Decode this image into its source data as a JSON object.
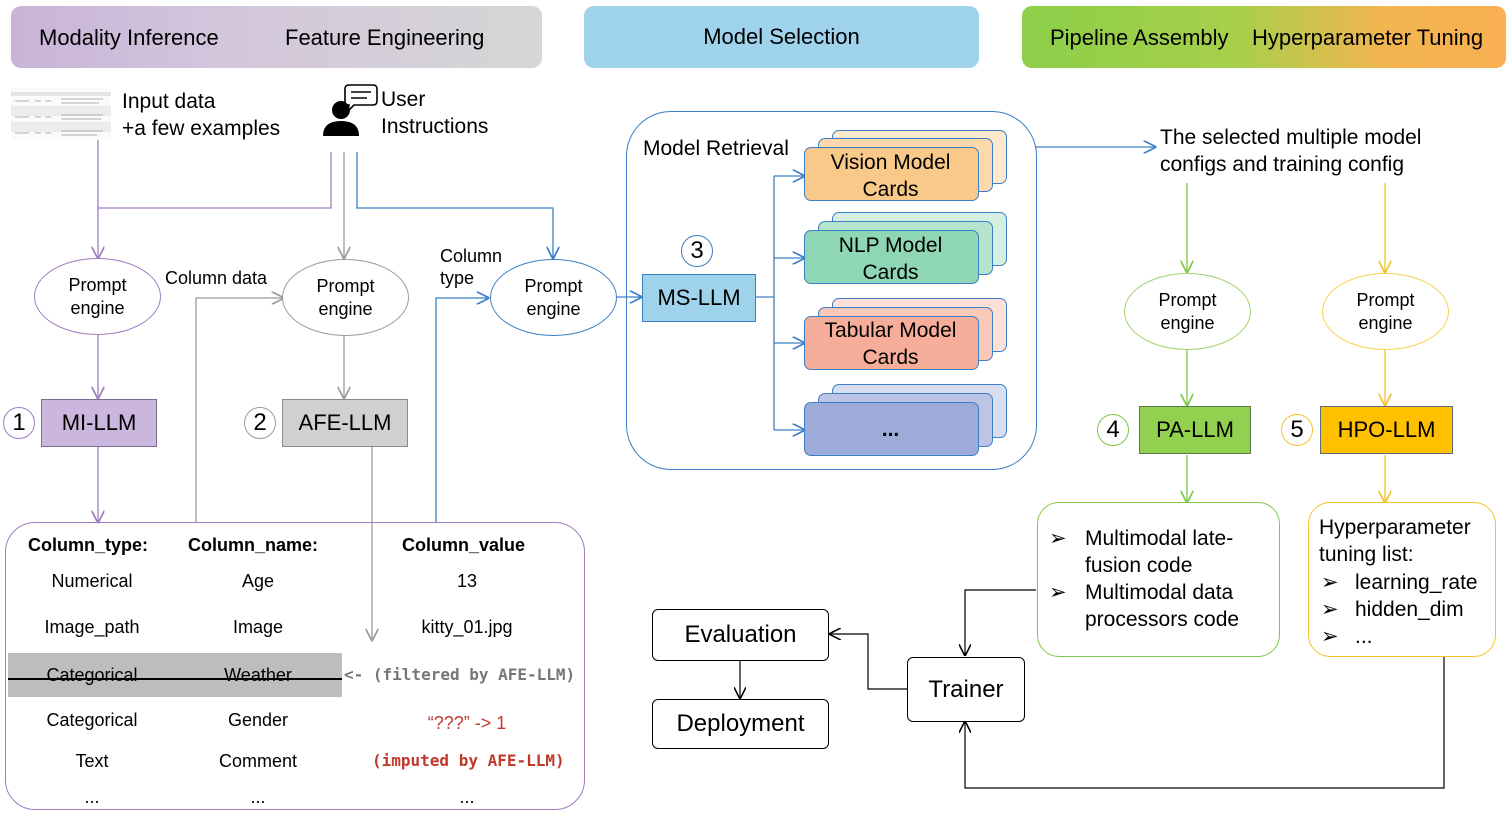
{
  "banners": {
    "modality": "Modality Inference",
    "feature": "Feature Engineering",
    "model_selection": "Model Selection",
    "pipeline": "Pipeline Assembly",
    "hpo": "Hyperparameter Tuning"
  },
  "inputs": {
    "data_line1": "Input data",
    "data_line2": "+a few examples",
    "user_line1": "User",
    "user_line2": "Instructions"
  },
  "prompt_engine": {
    "line1": "Prompt",
    "line2": "engine"
  },
  "edge_labels": {
    "column_data": "Column data",
    "column_type_1": "Column",
    "column_type_2": "type"
  },
  "llms": {
    "mi": "MI-LLM",
    "afe": "AFE-LLM",
    "ms": "MS-LLM",
    "pa": "PA-LLM",
    "hpo": "HPO-LLM"
  },
  "steps": [
    "1",
    "2",
    "3",
    "4",
    "5"
  ],
  "model_retrieval": {
    "title": "Model Retrieval",
    "vision": [
      "Vision Model",
      "Cards"
    ],
    "nlp": [
      "NLP Model",
      "Cards"
    ],
    "tabular": [
      "Tabular Model",
      "Cards"
    ],
    "more": "..."
  },
  "selected_configs": [
    "The selected multiple model",
    "configs and training config"
  ],
  "column_table": {
    "headers": [
      "Column_type:",
      "Column_name:",
      "Column_value"
    ],
    "rows": [
      [
        "Numerical",
        "Age",
        "13"
      ],
      [
        "Image_path",
        "Image",
        "kitty_01.jpg"
      ],
      [
        "Categorical",
        "Weather",
        "<- (filtered by AFE-LLM)"
      ],
      [
        "Categorical",
        "Gender",
        "“???” -> 1"
      ],
      [
        "Text",
        "Comment",
        "(imputed by AFE-LLM)"
      ],
      [
        "...",
        "...",
        "..."
      ]
    ]
  },
  "pa_output": {
    "bullets": [
      "Multimodal late-",
      "fusion code",
      "Multimodal data",
      "processors code"
    ]
  },
  "hpo_output": {
    "title": [
      "Hyperparameter",
      "tuning list:"
    ],
    "bullets": [
      "learning_rate",
      "hidden_dim",
      "..."
    ]
  },
  "bullet_glyph": "➢",
  "training": {
    "evaluation": "Evaluation",
    "deployment": "Deployment",
    "trainer": "Trainer"
  },
  "colors": {
    "purple": "#a07cc0",
    "mi_fill": "#cbb6dd",
    "gray": "#9a9a9a",
    "afe_fill": "#d0d0d0",
    "blue": "#3d7fc6",
    "ms_fill": "#9fd3ec",
    "green": "#7ec84a",
    "pa_fill": "#92d050",
    "yellow": "#f3c32b",
    "hpo_fill": "#ffc000",
    "red_text": "#c0392b"
  }
}
